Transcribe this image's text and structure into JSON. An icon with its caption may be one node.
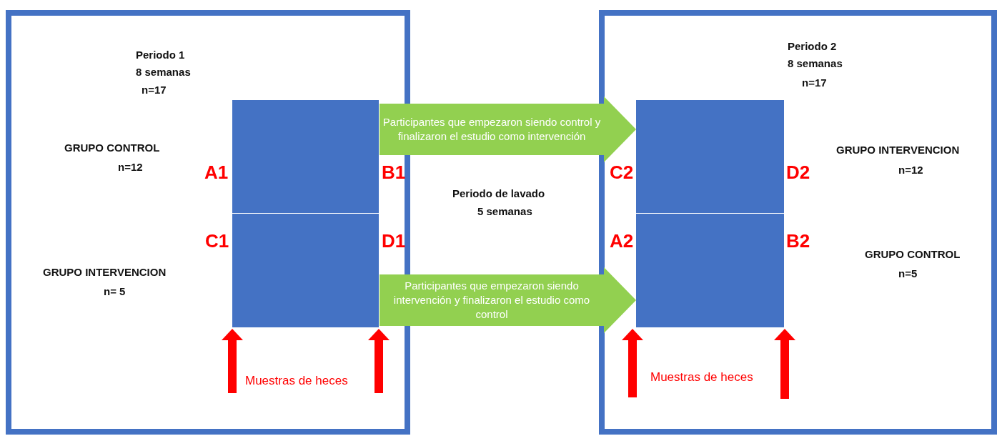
{
  "diagram": {
    "nodes": [
      {
        "text": [
          "Periodo 1",
          "8 semanas",
          "n=17"
        ]
      },
      {
        "text": [],
        "shape": "box",
        "in": 0
      },
      {
        "text": [],
        "shape": "box",
        "in": 0
      },
      {
        "text": [
          "Periodo 2",
          "8 semanas",
          "n=17"
        ]
      },
      {
        "text": [],
        "shape": "box",
        "in": 3
      },
      {
        "text": [],
        "shape": "box",
        "in": 3
      }
    ],
    "edges": [
      {
        "from": 1,
        "to": 4,
        "arrow": "to",
        "label": "Participantes que empezaron siendo control y finalizaron el estudio como intervención",
        "style": "thick",
        "color": "#92d050"
      },
      {
        "from": 2,
        "to": 5,
        "arrow": "to",
        "label": "Participantes que empezaron siendo intervención y finalizaron el estudio como control",
        "style": "thick",
        "color": "#92d050"
      },
      {
        "from": null,
        "to": 2,
        "arrow": "to",
        "color": "#ff0000"
      },
      {
        "from": null,
        "to": 2,
        "arrow": "to",
        "color": "#ff0000"
      },
      {
        "from": null,
        "to": 5,
        "arrow": "to",
        "color": "#ff0000"
      },
      {
        "from": null,
        "to": 5,
        "arrow": "to",
        "color": "#ff0000"
      }
    ],
    "labels": [
      "GRUPO CONTROL",
      "GRUPO INTERVENCION",
      "n=12",
      "A1",
      "B1",
      "C2",
      "D2",
      "n=12",
      "Periodo de lavado",
      "5 semanas",
      "C1",
      "D1",
      "A2",
      "B2",
      "GRUPO CONTROL",
      "GRUPO INTERVENCION",
      "n=5",
      "n= 5",
      "Muestras de heces",
      "Muestras de heces"
    ]
  }
}
